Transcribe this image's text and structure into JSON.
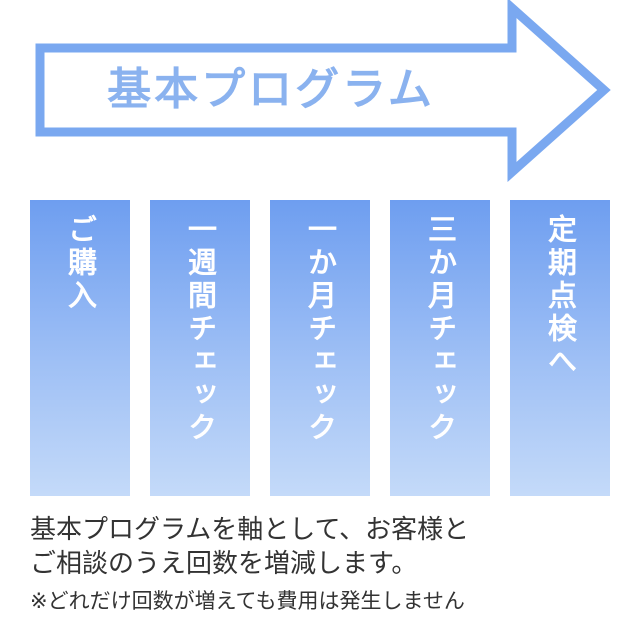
{
  "banner": {
    "title": "基本プログラム"
  },
  "colors": {
    "arrow_stroke": "#7aa8f0",
    "title_text": "#8ab2ef",
    "column_top": "#6e9ef0",
    "column_bottom": "#c4daf9",
    "column_text": "#ffffff"
  },
  "steps": [
    {
      "label": "ご購入"
    },
    {
      "label": "一週間チェック"
    },
    {
      "label": "一か月チェック"
    },
    {
      "label": "三か月チェック"
    },
    {
      "label": "定期点検へ"
    }
  ],
  "description": {
    "line1": "基本プログラムを軸として、お客様と",
    "line2": "ご相談のうえ回数を増減します。",
    "note": "※どれだけ回数が増えても費用は発生しません"
  }
}
